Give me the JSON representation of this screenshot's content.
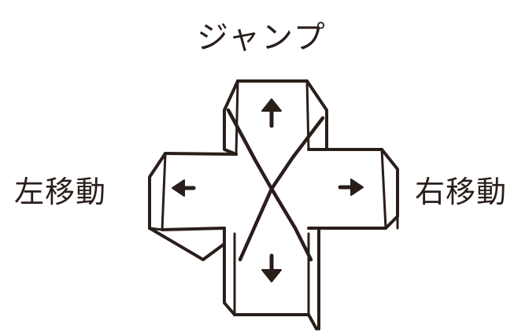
{
  "labels": {
    "up": "ジャンプ",
    "left": "左移動",
    "right": "右移動"
  },
  "keys": [
    {
      "direction": "up",
      "icon": "arrow-up-icon"
    },
    {
      "direction": "left",
      "icon": "arrow-left-icon"
    },
    {
      "direction": "right",
      "icon": "arrow-right-icon"
    },
    {
      "direction": "down",
      "icon": "arrow-down-icon"
    }
  ],
  "colors": {
    "ink": "#2a1e1b",
    "paper": "#ffffff"
  }
}
